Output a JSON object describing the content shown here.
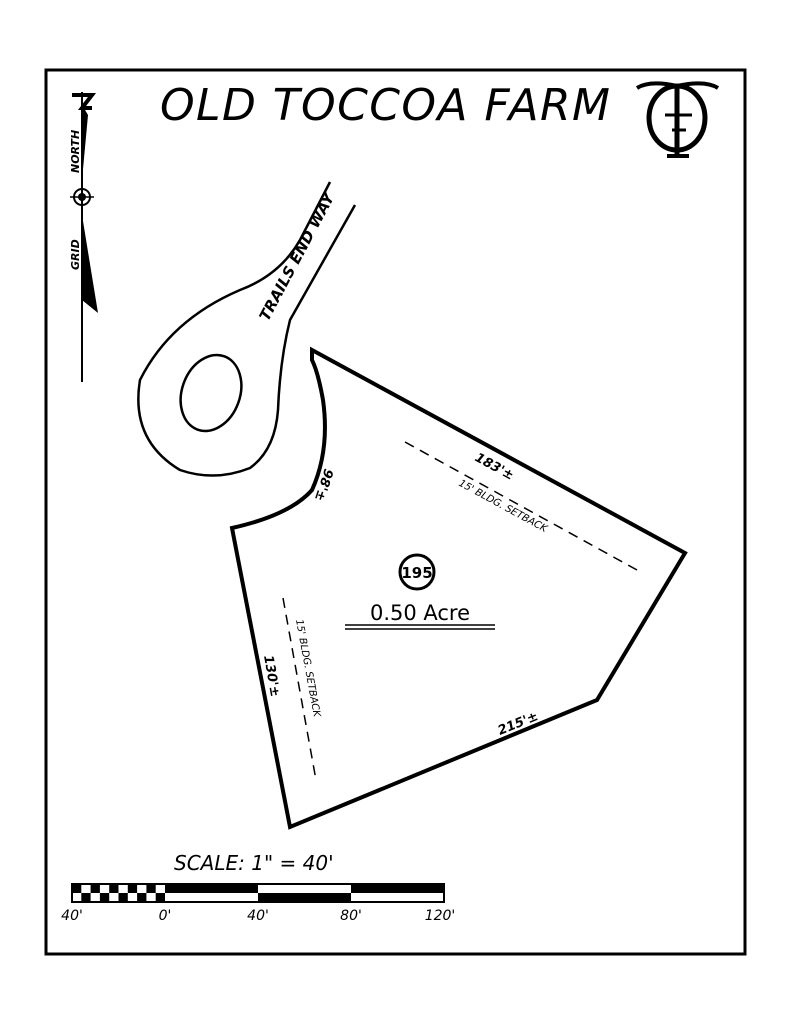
{
  "title": "OLD TOCCOA FARM",
  "logo": {
    "letters": "OTF"
  },
  "north_arrow": {
    "north_label": "NORTH",
    "grid_label": "GRID"
  },
  "road": {
    "name": "TRAILS END WAY"
  },
  "lot": {
    "number": "195",
    "area": "0.50 Acre",
    "dimensions": {
      "north": "183'±",
      "west_arc": "98'±",
      "southwest": "130'±",
      "south": "215'±"
    },
    "setback_north": "15' BLDG. SETBACK",
    "setback_west": "15' BLDG. SETBACK"
  },
  "scale": {
    "label": "SCALE:  1\" = 40'",
    "ticks": [
      "40'",
      "0'",
      "40'",
      "80'",
      "120'"
    ]
  },
  "colors": {
    "ink": "#000000",
    "paper": "#ffffff"
  }
}
